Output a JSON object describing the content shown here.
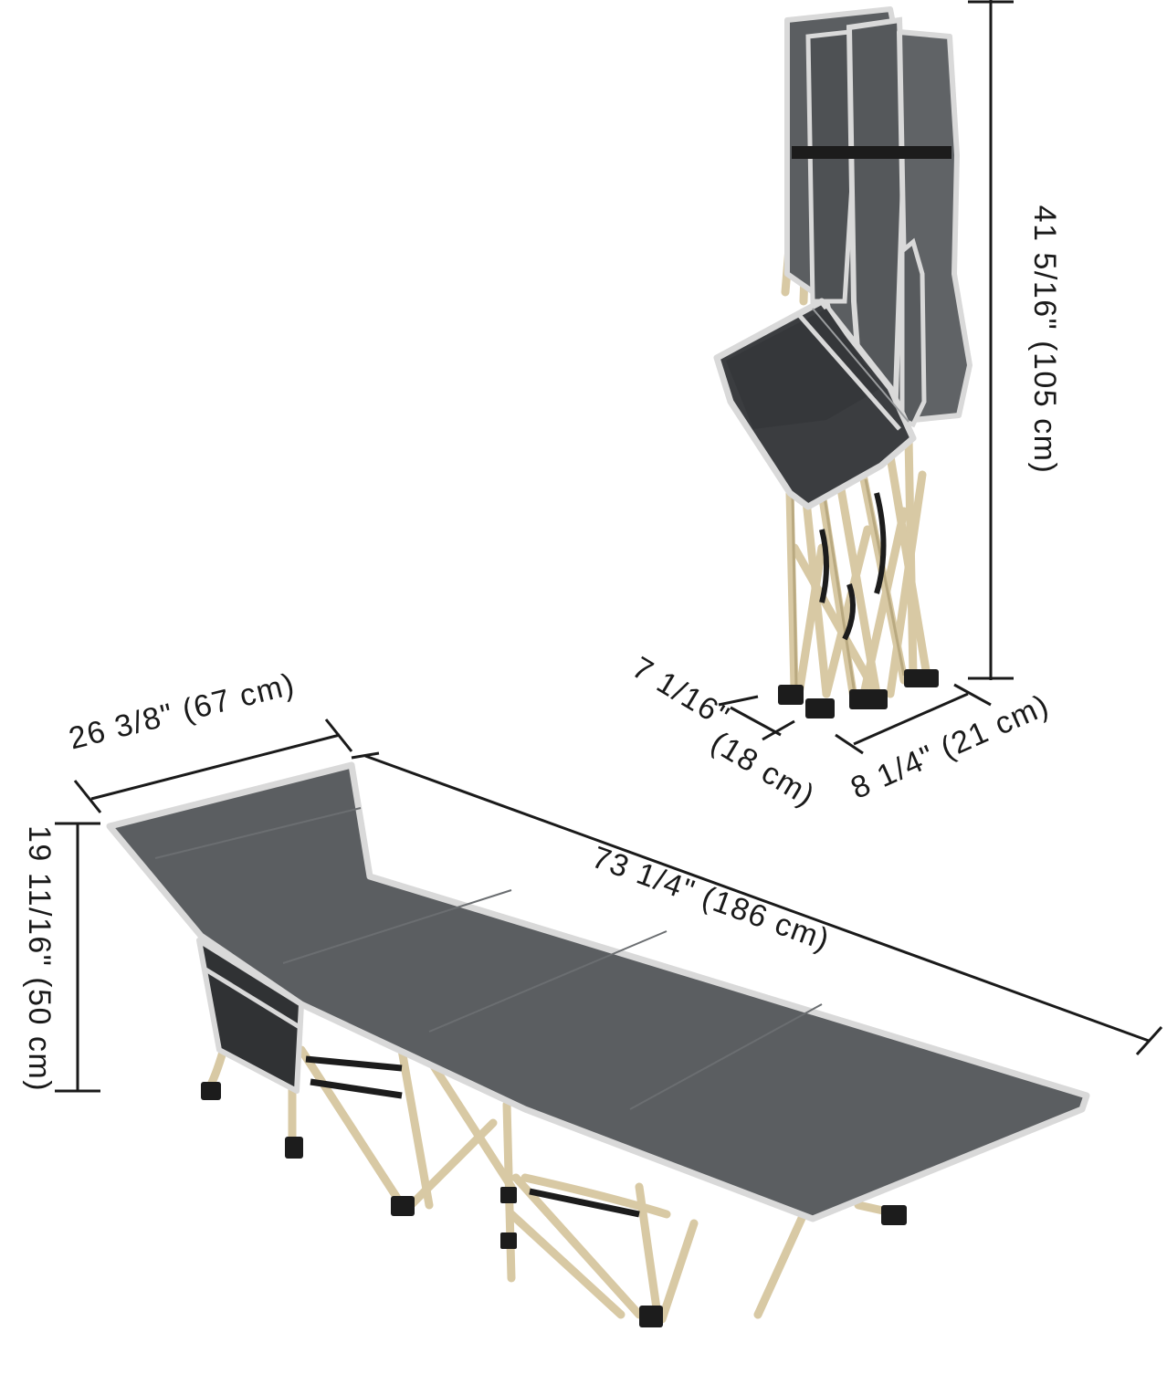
{
  "dimensions": {
    "folded_height": "41 5/16\" (105 cm)",
    "folded_depth": "7 1/16\" (18 cm)",
    "folded_width": "8 1/4\" (21 cm)",
    "cot_width": "26 3/8\" (67 cm)",
    "cot_length": "73 1/4\" (186 cm)",
    "cot_height": "19 11/16\" (50 cm)"
  },
  "colors": {
    "fabric": "#5b5e61",
    "fabric_dark": "#3b3d40",
    "trim": "#d9d9d9",
    "frame": "#d8c9a4",
    "frame_shadow": "#b9a980",
    "feet": "#1c1c1c",
    "line": "#1a1a1a"
  }
}
